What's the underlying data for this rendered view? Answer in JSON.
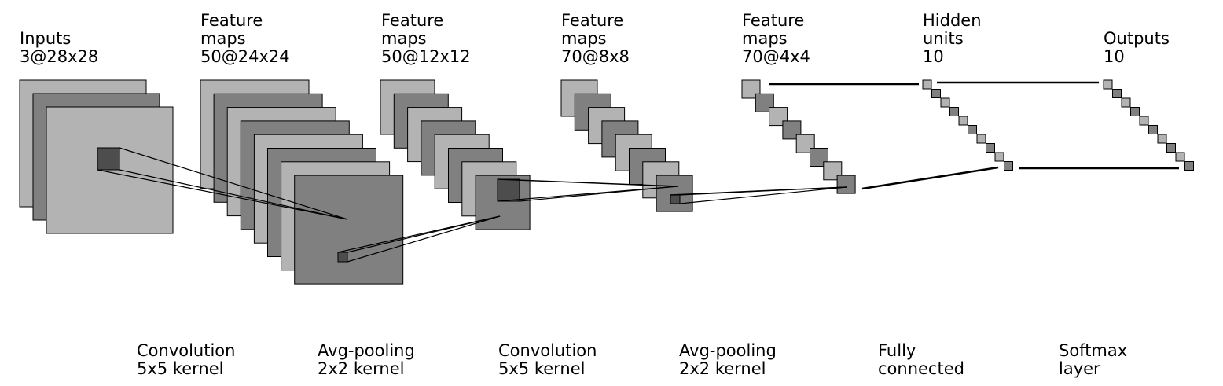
{
  "colors": {
    "light": "#b3b3b3",
    "medium": "#808080",
    "dark": "#4d4d4d",
    "stroke": "#000000"
  },
  "layers": [
    {
      "id": "inputs",
      "label": [
        "Inputs",
        "3@28x28"
      ]
    },
    {
      "id": "fmaps1",
      "label": [
        "Feature",
        "maps",
        "50@24x24"
      ]
    },
    {
      "id": "fmaps2",
      "label": [
        "Feature",
        "maps",
        "50@12x12"
      ]
    },
    {
      "id": "fmaps3",
      "label": [
        "Feature",
        "maps",
        "70@8x8"
      ]
    },
    {
      "id": "fmaps4",
      "label": [
        "Feature",
        "maps",
        "70@4x4"
      ]
    },
    {
      "id": "hidden",
      "label": [
        "Hidden",
        "units",
        "10"
      ]
    },
    {
      "id": "outputs",
      "label": [
        "Outputs",
        "10"
      ]
    }
  ],
  "operations": [
    {
      "id": "conv1",
      "label": [
        "Convolution",
        "5x5 kernel"
      ]
    },
    {
      "id": "pool1",
      "label": [
        "Avg-pooling",
        "2x2 kernel"
      ]
    },
    {
      "id": "conv2",
      "label": [
        "Convolution",
        "5x5 kernel"
      ]
    },
    {
      "id": "pool2",
      "label": [
        "Avg-pooling",
        "2x2 kernel"
      ]
    },
    {
      "id": "fc",
      "label": [
        "Fully",
        "connected"
      ]
    },
    {
      "id": "softmax",
      "label": [
        "Softmax",
        "layer"
      ]
    }
  ]
}
